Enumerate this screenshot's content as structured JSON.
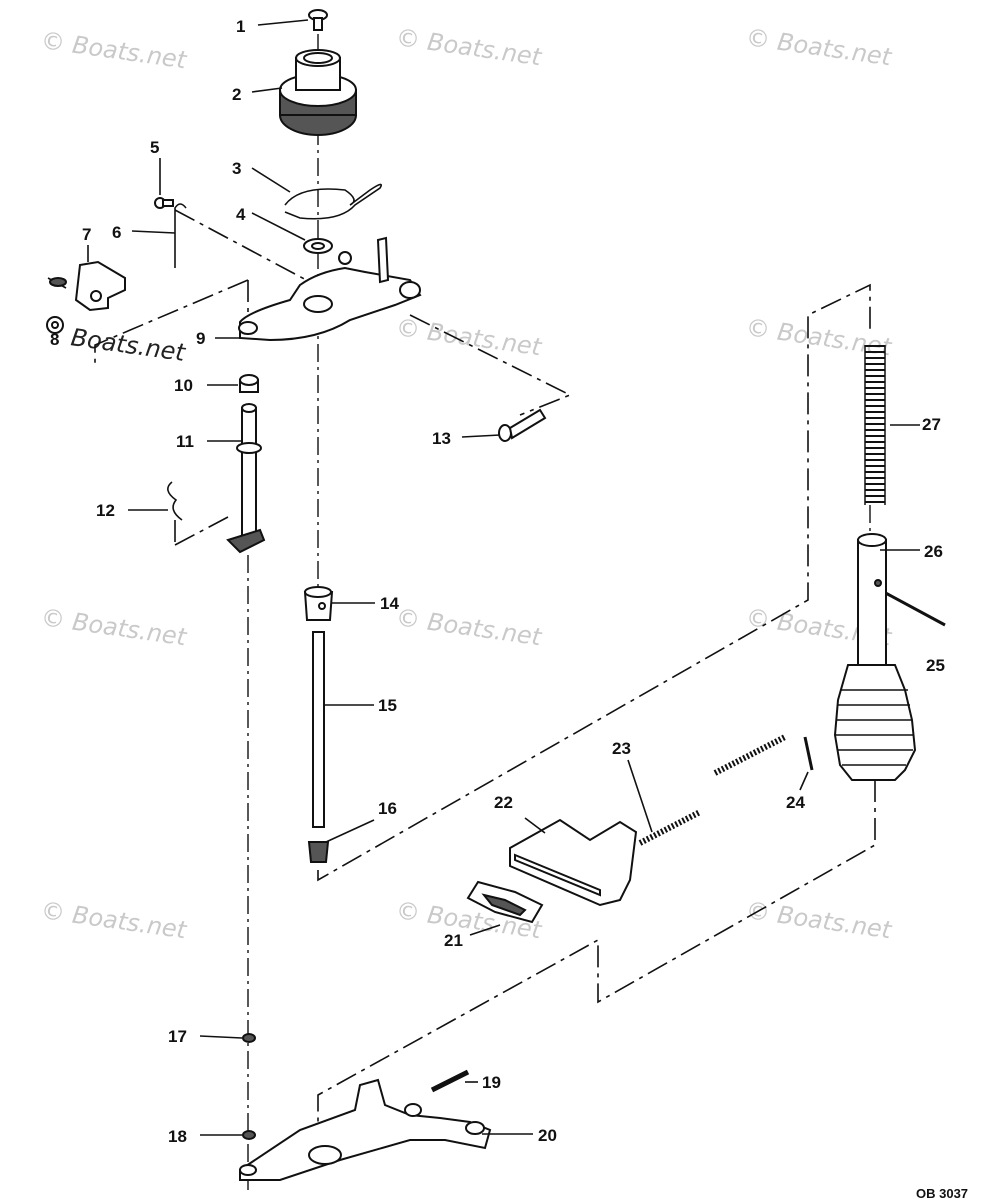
{
  "watermark": "© Boats.net",
  "watermark_dark": "Boats.net",
  "diagram_code": "OB 3037",
  "labels": [
    {
      "id": "1",
      "text": "1"
    },
    {
      "id": "2",
      "text": "2"
    },
    {
      "id": "3",
      "text": "3"
    },
    {
      "id": "4",
      "text": "4"
    },
    {
      "id": "5",
      "text": "5"
    },
    {
      "id": "6",
      "text": "6"
    },
    {
      "id": "7",
      "text": "7"
    },
    {
      "id": "8",
      "text": "8"
    },
    {
      "id": "9",
      "text": "9"
    },
    {
      "id": "10",
      "text": "10"
    },
    {
      "id": "11",
      "text": "11"
    },
    {
      "id": "12",
      "text": "12"
    },
    {
      "id": "13",
      "text": "13"
    },
    {
      "id": "14",
      "text": "14"
    },
    {
      "id": "15",
      "text": "15"
    },
    {
      "id": "16",
      "text": "16"
    },
    {
      "id": "17",
      "text": "17"
    },
    {
      "id": "18",
      "text": "18"
    },
    {
      "id": "19",
      "text": "19"
    },
    {
      "id": "20",
      "text": "20"
    },
    {
      "id": "21",
      "text": "21"
    },
    {
      "id": "22",
      "text": "22"
    },
    {
      "id": "23",
      "text": "23"
    },
    {
      "id": "24",
      "text": "24"
    },
    {
      "id": "25",
      "text": "25"
    },
    {
      "id": "26",
      "text": "26"
    },
    {
      "id": "27",
      "text": "27"
    }
  ]
}
